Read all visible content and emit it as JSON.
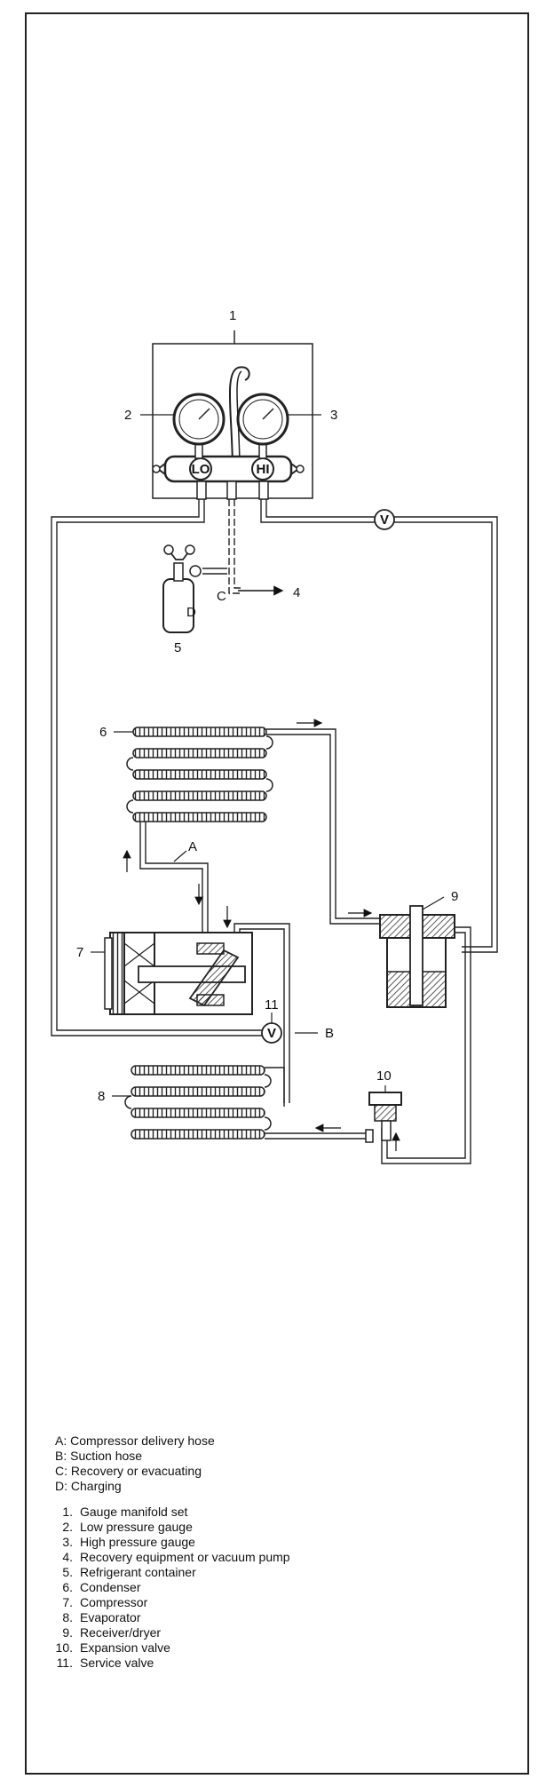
{
  "callouts": {
    "n1": "1",
    "n2": "2",
    "n3": "3",
    "n4": "4",
    "n5": "5",
    "n6": "6",
    "n7": "7",
    "n8": "8",
    "n9": "9",
    "n10": "10",
    "n11": "11",
    "a": "A",
    "b": "B",
    "c": "C",
    "d": "D"
  },
  "gauges": {
    "low": "LO",
    "high": "HI"
  },
  "service_valve_symbol": "V",
  "legend_letters": [
    {
      "key": "A",
      "text": "Compressor delivery hose"
    },
    {
      "key": "B",
      "text": "Suction hose"
    },
    {
      "key": "C",
      "text": "Recovery or evacuating"
    },
    {
      "key": "D",
      "text": "Charging"
    }
  ],
  "legend_numbers": [
    {
      "num": "1.",
      "text": "Gauge manifold set"
    },
    {
      "num": "2.",
      "text": "Low pressure gauge"
    },
    {
      "num": "3.",
      "text": "High pressure gauge"
    },
    {
      "num": "4.",
      "text": "Recovery equipment or vacuum pump"
    },
    {
      "num": "5.",
      "text": "Refrigerant container"
    },
    {
      "num": "6.",
      "text": "Condenser"
    },
    {
      "num": "7.",
      "text": "Compressor"
    },
    {
      "num": "8.",
      "text": "Evaporator"
    },
    {
      "num": "9.",
      "text": "Receiver/dryer"
    },
    {
      "num": "10.",
      "text": "Expansion valve"
    },
    {
      "num": "11.",
      "text": "Service valve"
    }
  ]
}
